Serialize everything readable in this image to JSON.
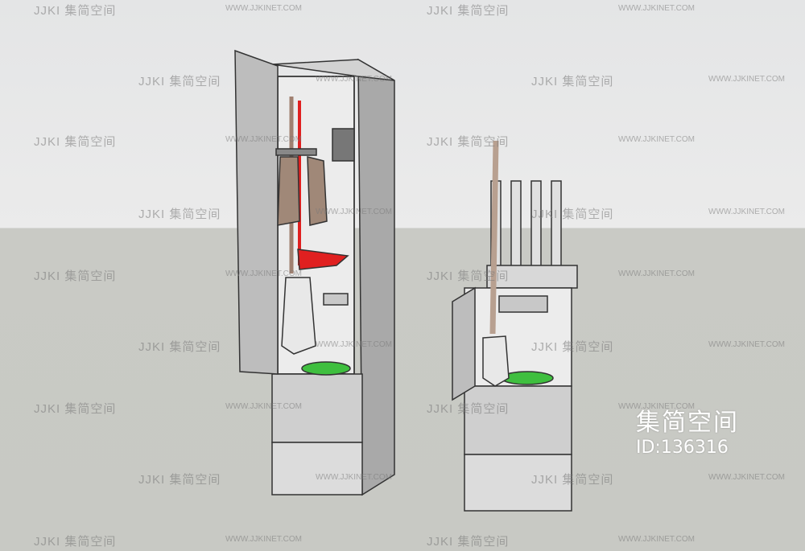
{
  "watermark": {
    "logo": "JJKI 集简空间",
    "website": "WWW.JJKINET.COM",
    "title": "集简空间",
    "id": "ID:136316"
  },
  "colors": {
    "sky": "#e6e7e8",
    "ground": "#c8c9c4",
    "cabinet": "#bdbdbd",
    "bucket": "#3fbf3f",
    "accent_red": "#e02020"
  }
}
